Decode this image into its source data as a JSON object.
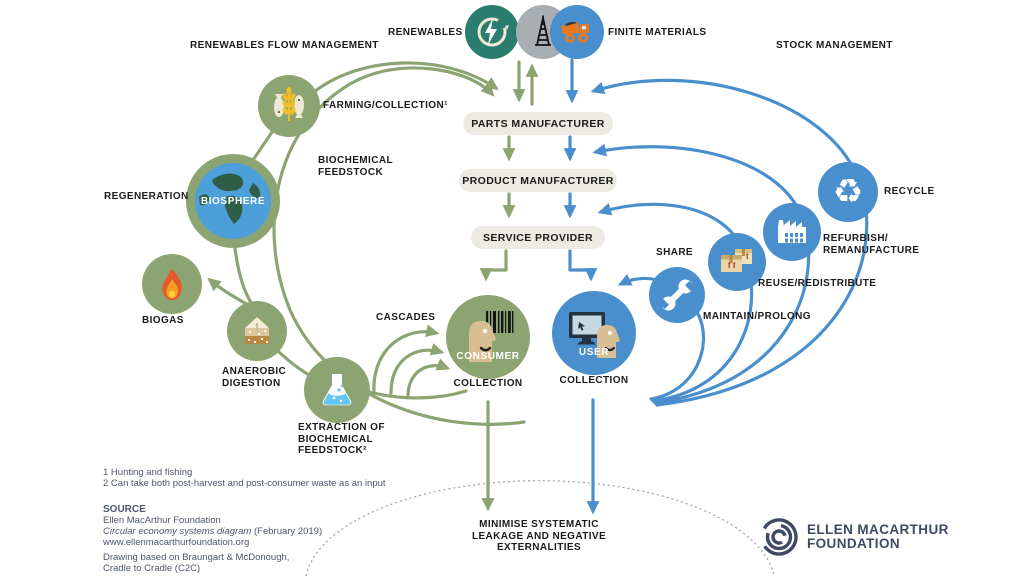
{
  "header": {
    "renewables_flow_management": "RENEWABLES FLOW MANAGEMENT",
    "renewables": "RENEWABLES",
    "finite_materials": "FINITE MATERIALS",
    "stock_management": "STOCK MANAGEMENT"
  },
  "center_chain": {
    "parts": "PARTS MANUFACTURER",
    "product": "PRODUCT MANUFACTURER",
    "service": "SERVICE PROVIDER"
  },
  "left_loop": {
    "farming": "FARMING/COLLECTION¹",
    "biochemical_feedstock_line1": "BIOCHEMICAL",
    "biochemical_feedstock_line2": "FEEDSTOCK",
    "regeneration": "REGENERATION",
    "biosphere": "BIOSPHERE",
    "biogas": "BIOGAS",
    "anaerobic_line1": "ANAEROBIC",
    "anaerobic_line2": "DIGESTION",
    "extraction_line1": "EXTRACTION OF",
    "extraction_line2": "BIOCHEMICAL",
    "extraction_line3": "FEEDSTOCK²",
    "cascades": "CASCADES",
    "consumer": "CONSUMER",
    "collection": "COLLECTION"
  },
  "right_loop": {
    "user": "USER",
    "collection": "COLLECTION",
    "share": "SHARE",
    "maintain": "MAINTAIN/PROLONG",
    "reuse": "REUSE/REDISTRIBUTE",
    "refurbish_line1": "REFURBISH/",
    "refurbish_line2": "REMANUFACTURE",
    "recycle": "RECYCLE"
  },
  "bottom": {
    "minimise_line1": "MINIMISE SYSTEMATIC",
    "minimise_line2": "LEAKAGE AND NEGATIVE",
    "minimise_line3": "EXTERNALITIES"
  },
  "footnotes": {
    "line1": "1 Hunting and fishing",
    "line2": "2 Can take both post-harvest and post-consumer waste as an input"
  },
  "source": {
    "title": "SOURCE",
    "org": "Ellen MacArthur Foundation",
    "work_italic": "Circular economy systems diagram",
    "work_rest": " (February 2019)",
    "url": "www.ellenmacarthurfoundation.org",
    "credit_line1": "Drawing based on Braungart & McDonough,",
    "credit_line2": "Cradle to Cradle (C2C)"
  },
  "logo": {
    "line1": "ELLEN MACARTHUR",
    "line2": "FOUNDATION"
  },
  "colors": {
    "green": "#8CA471",
    "blue": "#4A8FCD",
    "teal": "#2B7D70",
    "gray_node": "#A9AEB2",
    "navy_text": "#4D566E",
    "logo_navy": "#3E4A63",
    "pill_bg": "#ECEAE3",
    "truck_orange": "#E8791E",
    "earth_blue": "#4C9FD9"
  }
}
